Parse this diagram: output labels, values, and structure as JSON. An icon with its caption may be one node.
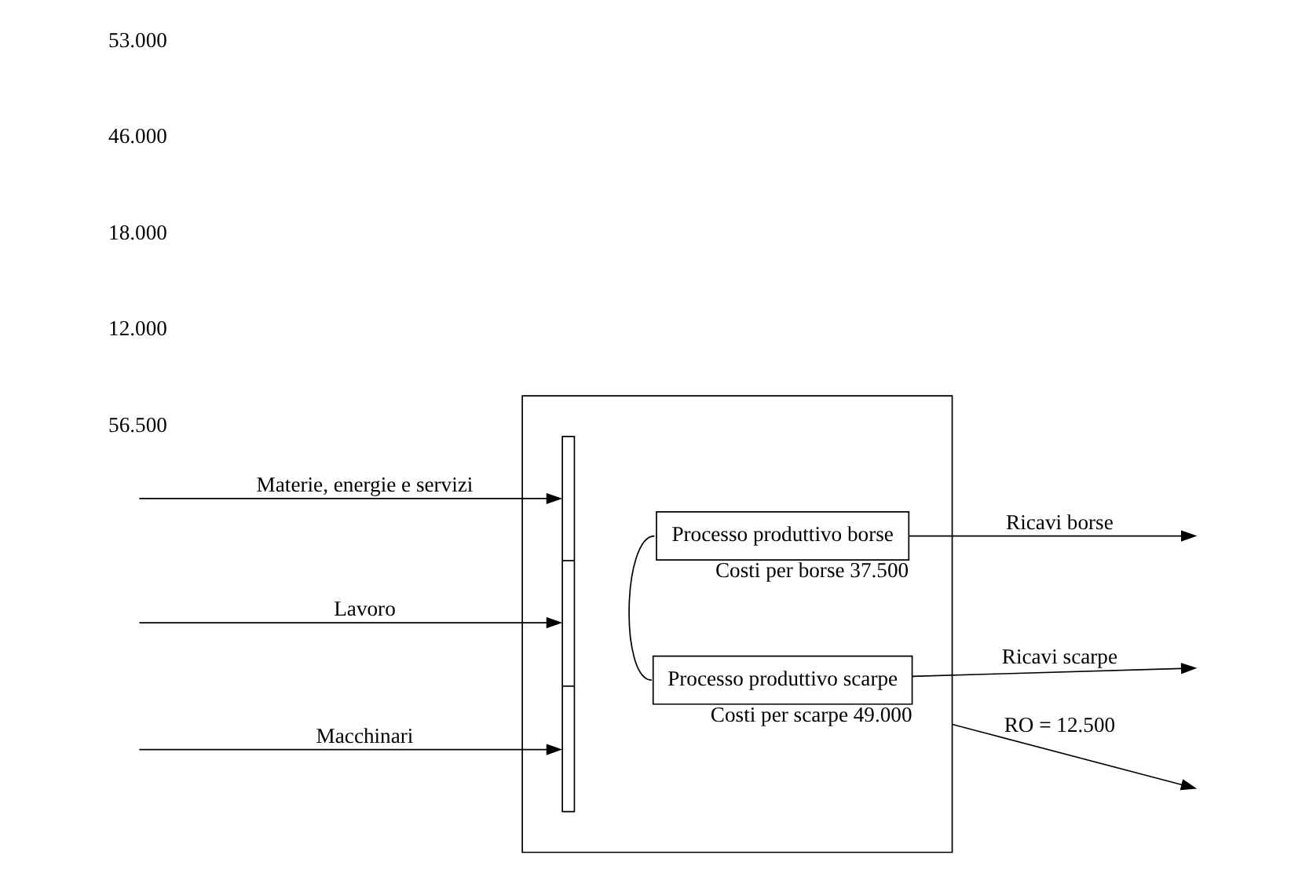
{
  "diagram": {
    "nodes": [
      {
        "text": [],
        "shape": "box"
      },
      {
        "text": [
          "Processo produttivo borse"
        ],
        "in": 0,
        "beside": [
          "Costi per borse 37.500"
        ]
      },
      {
        "text": [
          "Processo produttivo scarpe"
        ],
        "in": 0,
        "beside": [
          "Costi per scarpe 49.000"
        ]
      },
      {
        "text": [],
        "shape": "bar",
        "in": 0
      }
    ],
    "edges": [
      {
        "from": null,
        "to": 3,
        "arrow": "to",
        "label": "Materie, energie e servizi"
      },
      {
        "from": null,
        "to": 3,
        "arrow": "to",
        "label": "Lavoro"
      },
      {
        "from": null,
        "to": 3,
        "arrow": "to",
        "label": "Macchinari"
      },
      {
        "from": 1,
        "to": 2,
        "arrow": "none"
      },
      {
        "from": 1,
        "to": null,
        "arrow": "to",
        "label": "Ricavi borse"
      },
      {
        "from": 2,
        "to": null,
        "arrow": "to",
        "label": "Ricavi scarpe"
      },
      {
        "from": 0,
        "to": null,
        "arrow": "to",
        "label": "RO = 12.500"
      }
    ],
    "labels": [
      "56.500",
      "12.000",
      "18.000",
      "46.000",
      "53.000"
    ]
  }
}
